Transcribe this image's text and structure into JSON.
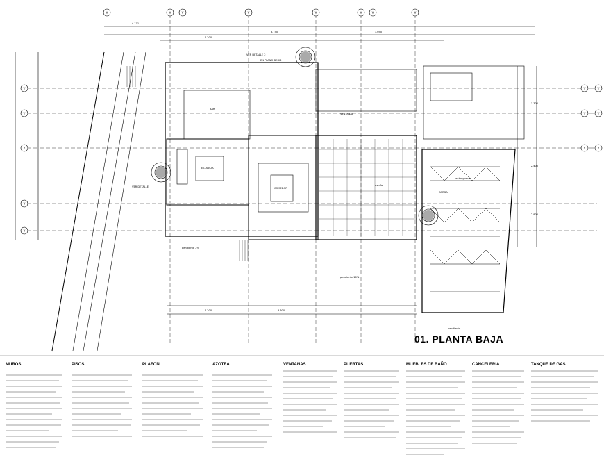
{
  "plan": {
    "title": "01. PLANTA BAJA",
    "grid_bubble_label": "Y",
    "room_labels": [
      "BAR",
      "ESTANCIA",
      "COMEDOR",
      "pendiente 2%",
      "VER DETALLE 2",
      "VER DETALLE",
      "EN PLANO DE-03",
      "estufa",
      "VENTANAL",
      "pendiente 10%",
      "pendiente",
      "CARGA",
      "techo grande"
    ],
    "dimensions": [
      "4.171",
      "3.750",
      "1.050",
      "4.200",
      "3.600",
      "4.200",
      "2.400",
      "1.300",
      "2.800"
    ]
  },
  "legend": {
    "headers": [
      "MUROS",
      "PISOS",
      "PLAFON",
      "AZOTEA",
      "VENTANAS",
      "PUERTAS",
      "MUEBLES DE BAÑO",
      "CANCELERIA",
      "TANQUE DE GAS"
    ]
  }
}
